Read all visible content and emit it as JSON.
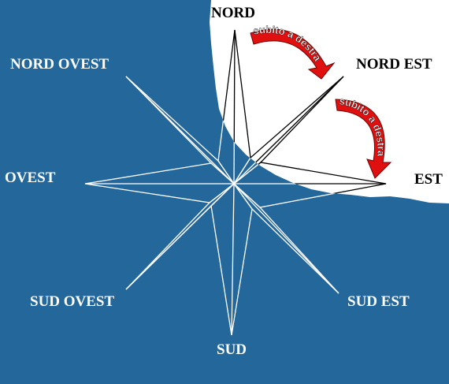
{
  "directions": {
    "north": "NORD",
    "north_east": "NORD EST",
    "east": "EST",
    "south_east": "SUD EST",
    "south": "SUD",
    "south_west": "SUD OVEST",
    "west": "OVEST",
    "north_west": "NORD OVEST"
  },
  "arrows": {
    "first": "subito a destra",
    "second": "subito a destra"
  },
  "colors": {
    "background": "#24679a",
    "highlight": "#ffffff",
    "arrow": "#e01010",
    "line_on_blue": "#ffffff",
    "line_on_white": "#000000"
  }
}
